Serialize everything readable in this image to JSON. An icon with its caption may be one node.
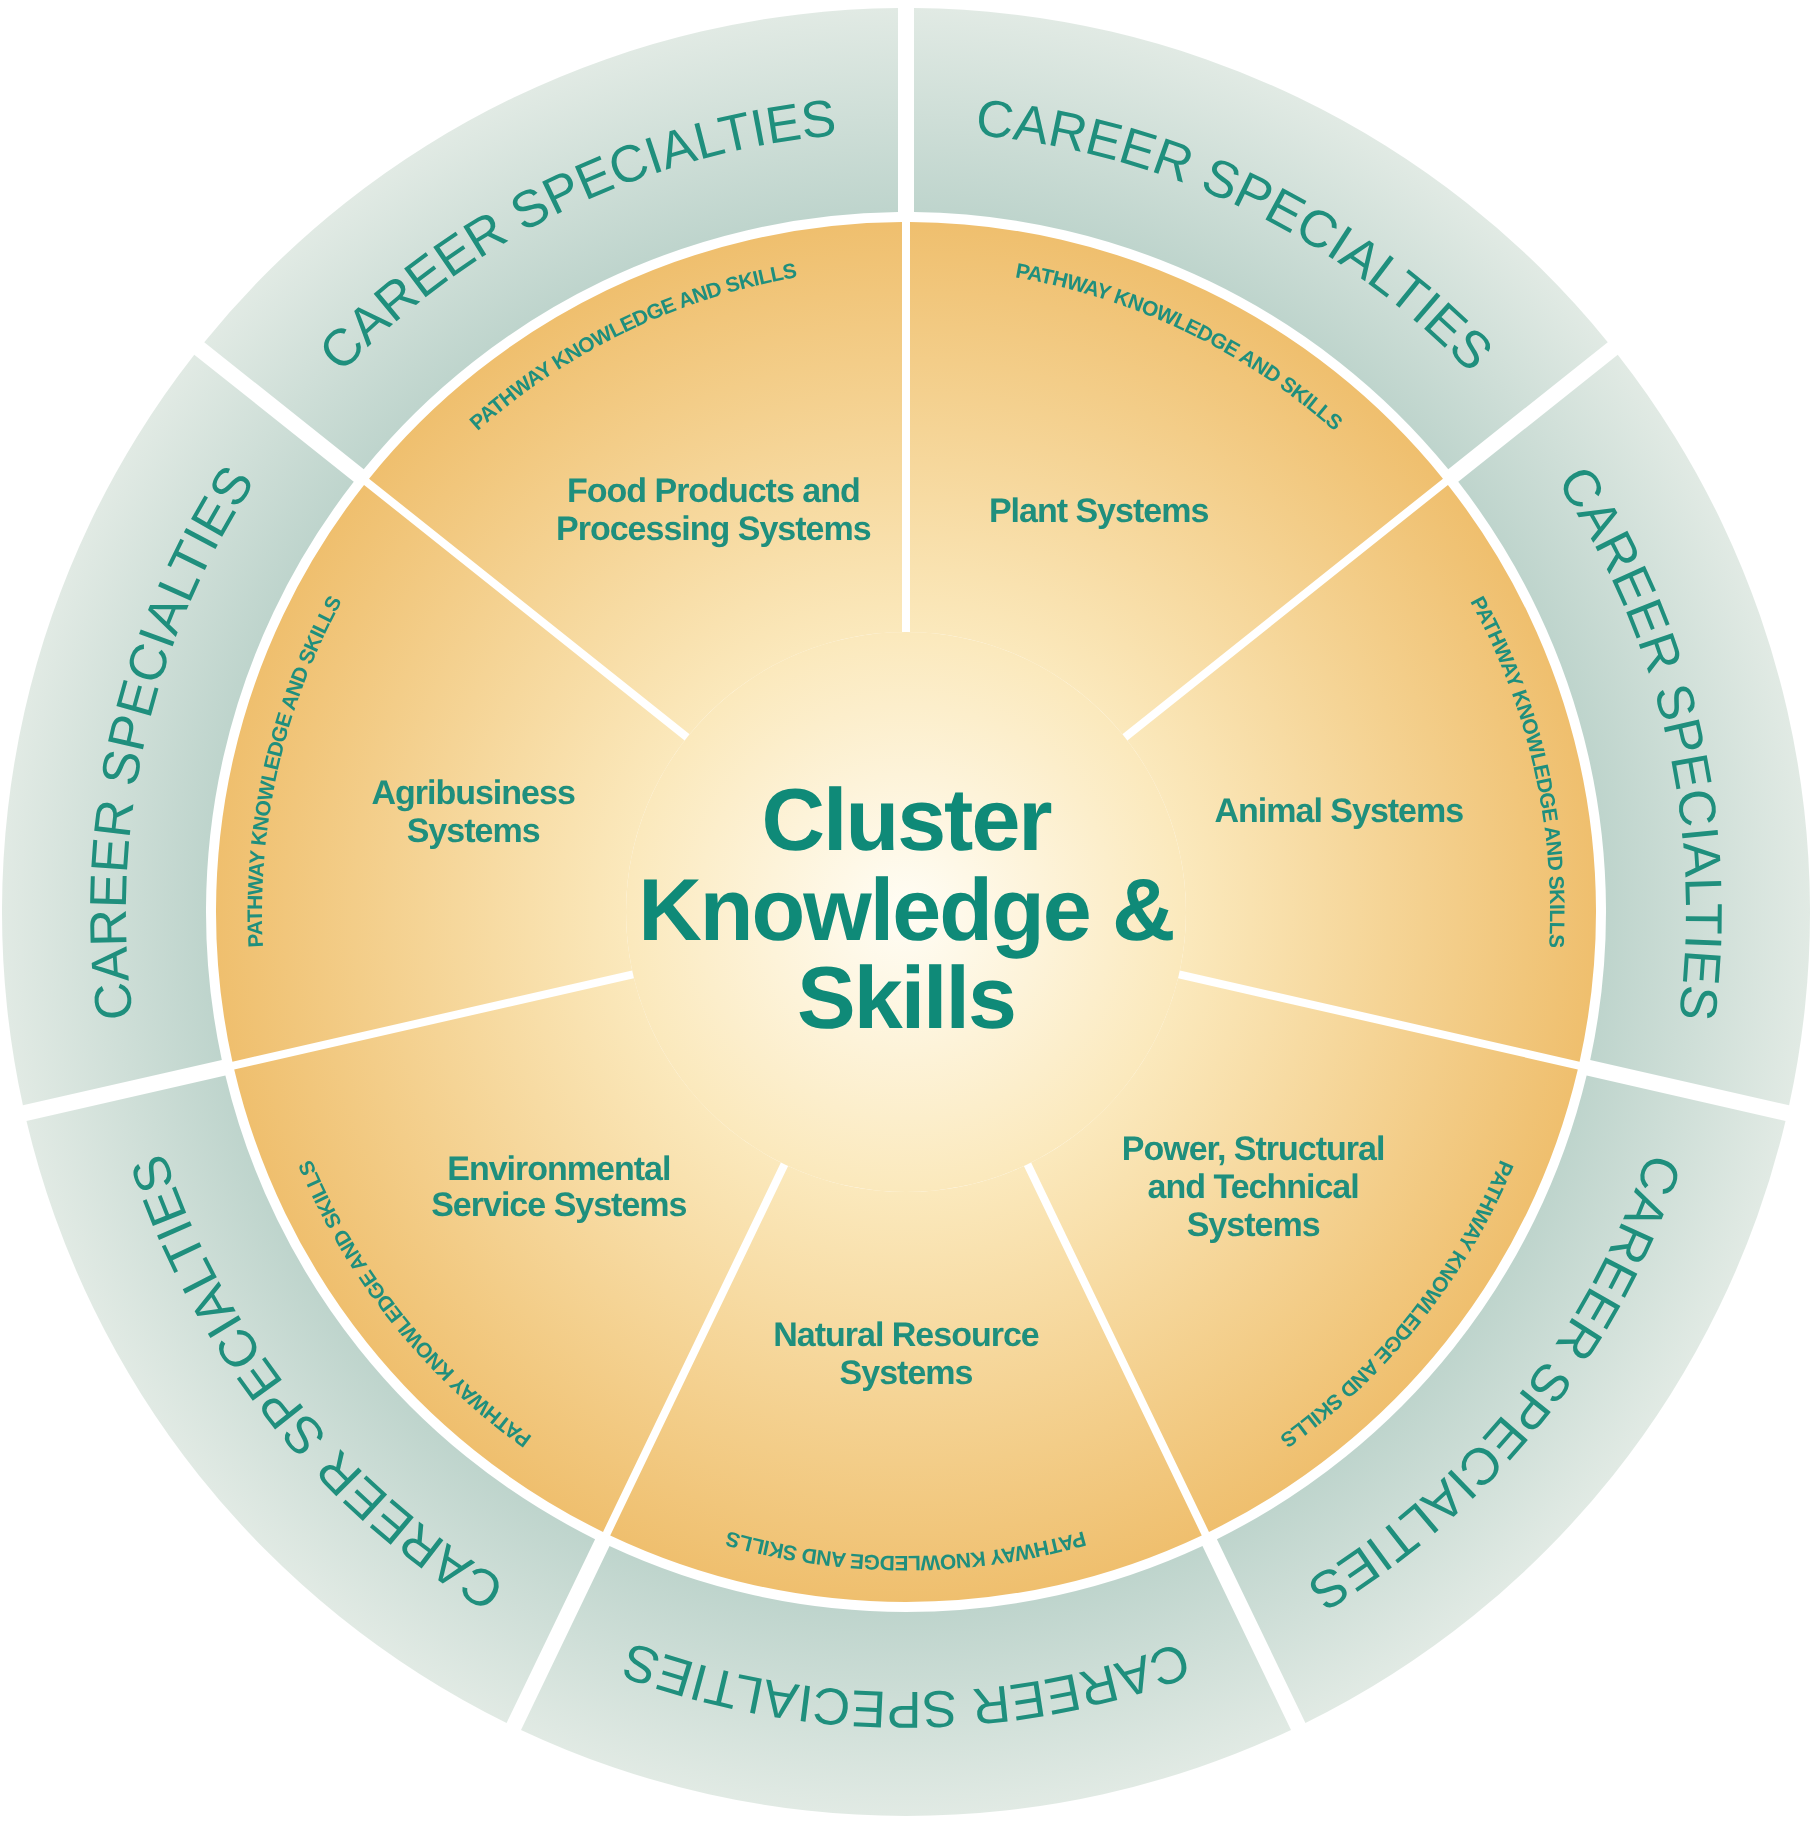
{
  "diagram": {
    "nodes": [
      {
        "text": [
          "Cluster Knowledge & Skills"
        ]
      },
      {
        "text": [
          "CAREER SPECIALTIES"
        ]
      },
      {
        "text": [
          "CAREER SPECIALTIES"
        ]
      },
      {
        "text": [
          "CAREER SPECIALTIES"
        ]
      },
      {
        "text": [
          "CAREER SPECIALTIES"
        ]
      },
      {
        "text": [
          "CAREER SPECIALTIES"
        ]
      },
      {
        "text": [
          "CAREER SPECIALTIES"
        ]
      },
      {
        "text": [
          "CAREER SPECIALTIES"
        ]
      },
      {
        "text": [
          "PATHWAY KNOWLEDGE AND SKILLS",
          "Food Products and Processing Systems"
        ]
      },
      {
        "text": [
          "PATHWAY KNOWLEDGE AND SKILLS",
          "Plant Systems"
        ]
      },
      {
        "text": [
          "Animal Systems",
          "PATHWAY KNOWLEDGE AND SKILLS"
        ]
      },
      {
        "text": [
          "PATHWAY KNOWLEDGE AND SKILLS",
          "Power, Structural and Technical Systems"
        ]
      },
      {
        "text": [
          "Natural Resource Systems",
          "PATHWAY KNOWLEDGE AND SKILLS"
        ]
      },
      {
        "text": [
          "PATHWAY KNOWLEDGE AND SKILLS",
          "Environmental Service Systems"
        ]
      },
      {
        "text": [
          "PATHWAY KNOWLEDGE AND SKILLS",
          "Agribusiness Systems"
        ]
      }
    ]
  }
}
